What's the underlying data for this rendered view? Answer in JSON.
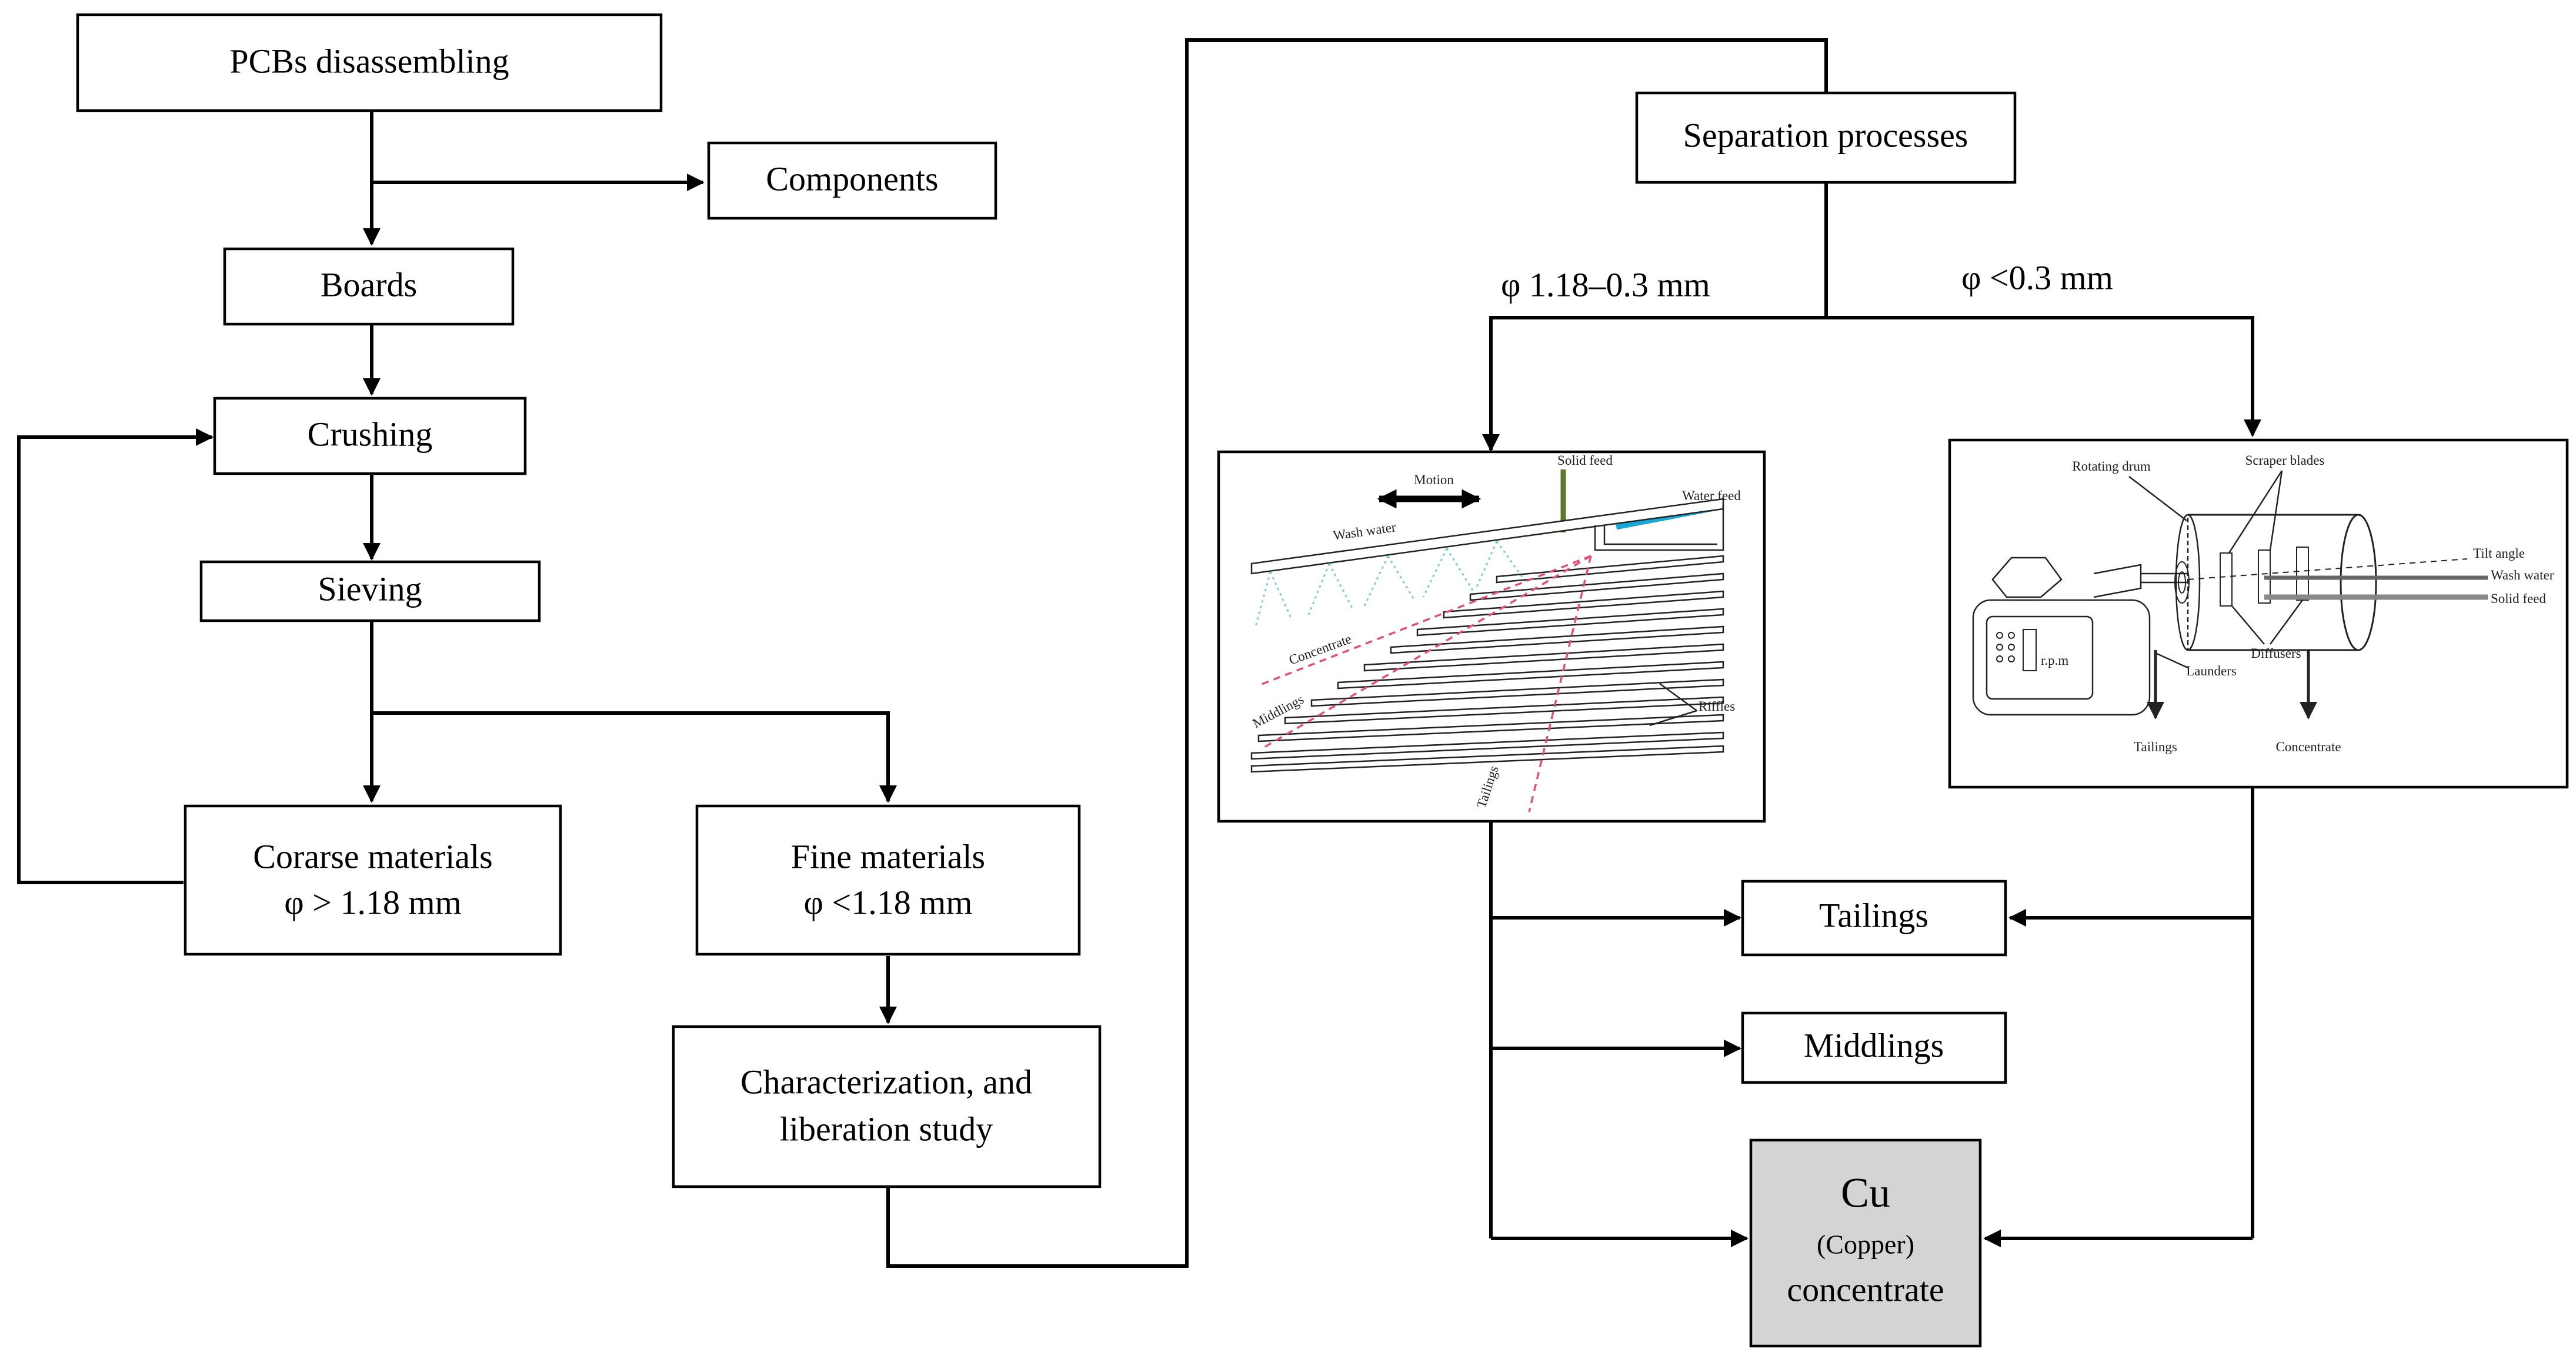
{
  "boxes": {
    "pcbs": "PCBs disassembling",
    "components": "Components",
    "boards": "Boards",
    "crushing": "Crushing",
    "sieving": "Sieving",
    "coarse_line1": "Corarse materials",
    "coarse_line2": "φ > 1.18 mm",
    "fine_line1": "Fine materials",
    "fine_line2": "φ <1.18 mm",
    "char_line1": "Characterization, and",
    "char_line2": "liberation study",
    "separation": "Separation processes",
    "tailings": "Tailings",
    "middlings": "Middlings",
    "cu_line1": "Cu",
    "cu_line2": "(Copper)",
    "cu_line3": "concentrate"
  },
  "branch_labels": {
    "left": "φ 1.18–0.3 mm",
    "right": "φ <0.3 mm"
  },
  "shaking_table": {
    "motion": "Motion",
    "solid_feed": "Solid feed",
    "water_feed": "Water feed",
    "wash_water": "Wash water",
    "concentrate": "Concentrate",
    "middlings": "Middlings",
    "riffles": "Riffles",
    "tailings": "Tailings"
  },
  "drum_separator": {
    "rotating_drum": "Rotating drum",
    "scraper_blades": "Scraper blades",
    "tilt_angle": "Tilt angle",
    "wash_water": "Wash water",
    "solid_feed": "Solid feed",
    "rpm": "r.p.m",
    "diffusers": "Diffusers",
    "launders": "Launders",
    "tailings": "Tailings",
    "concentrate": "Concentrate"
  },
  "colors": {
    "cu_box_fill": "#d4d4d4",
    "water_feed": "#1aa7d6",
    "solid_feed": "#5a7a2a",
    "spray": "#7fc8d8",
    "flow_lines": "#e0507a"
  }
}
